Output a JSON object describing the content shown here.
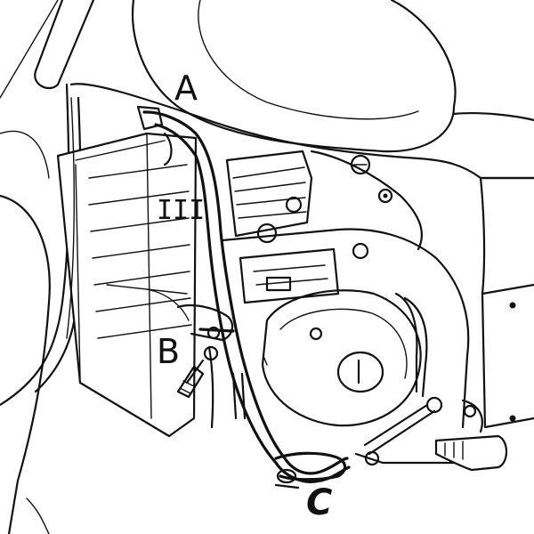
{
  "diagram": {
    "labels": {
      "a": "A",
      "b": "B",
      "c": "C"
    },
    "component_marks": {
      "box_marking": "III"
    }
  }
}
